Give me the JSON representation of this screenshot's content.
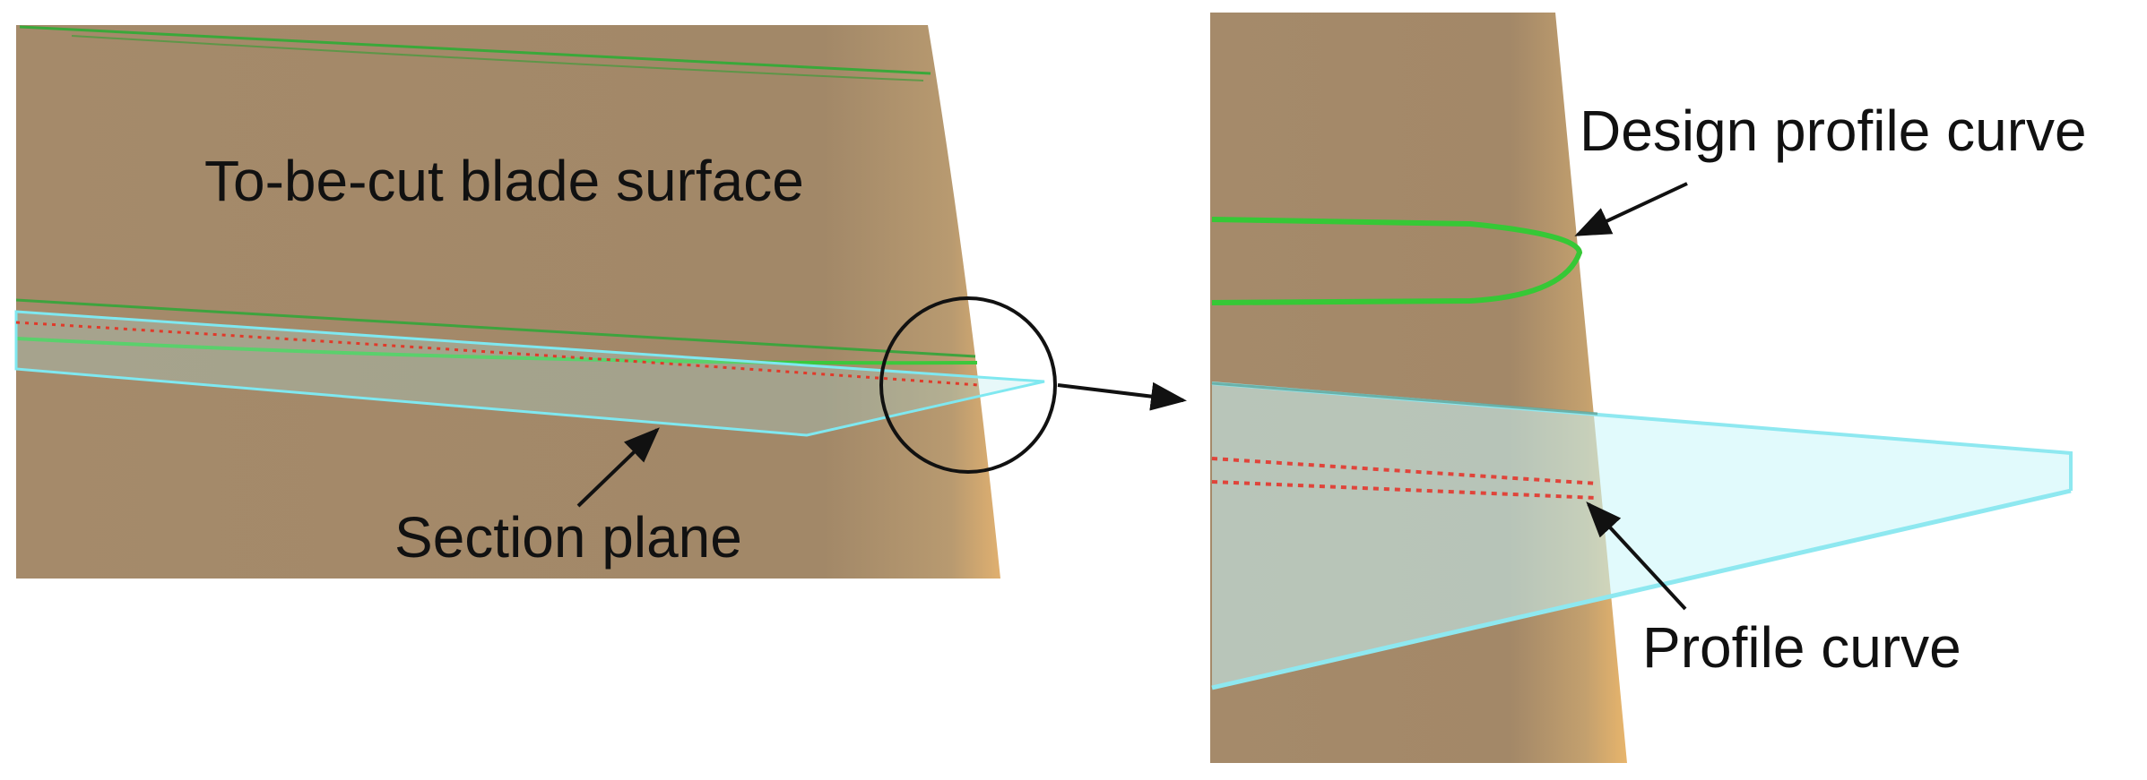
{
  "labels": {
    "blade_surface": "To-be-cut blade surface",
    "section_plane": "Section plane",
    "design_profile_curve": "Design profile curve",
    "profile_curve": "Profile curve"
  },
  "colors": {
    "blade": "#a58a6a",
    "blade_edge": "#e0b070",
    "design_curve": "#3cb83c",
    "section_plane": "#7fe8f0",
    "profile_curve": "#e03a2a",
    "annotation": "#111111"
  }
}
